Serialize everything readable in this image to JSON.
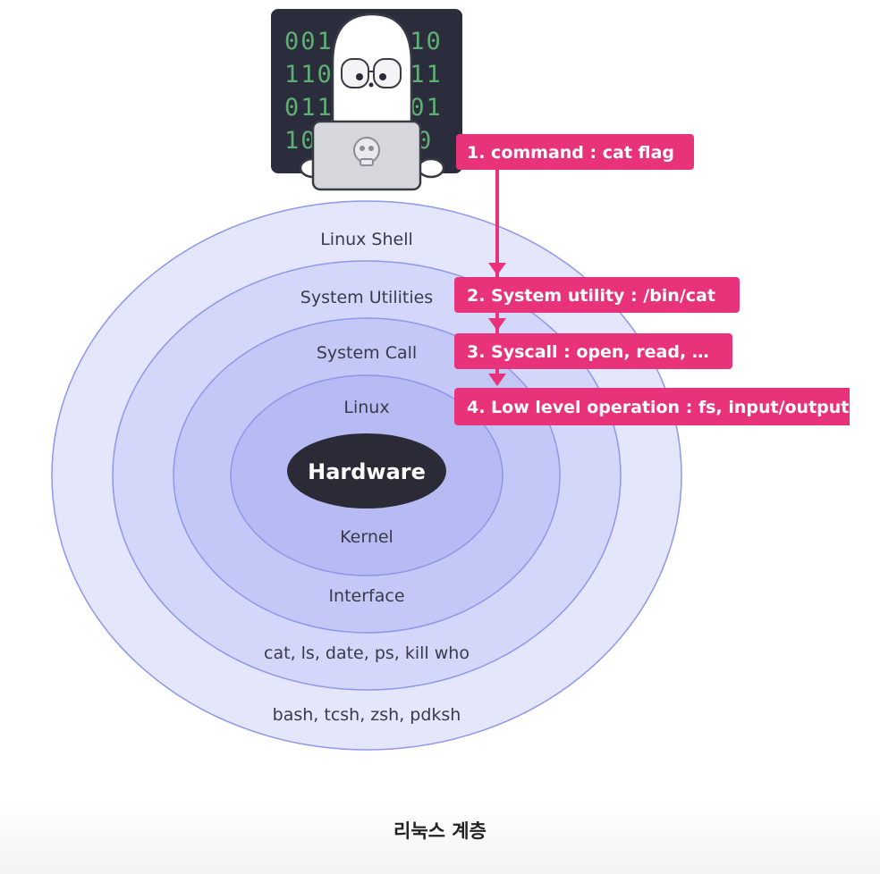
{
  "diagram": {
    "binary_lines": [
      "001",
      "110",
      "110",
      "011",
      "011",
      "101",
      "10",
      "0"
    ],
    "layers": {
      "shell": "Linux Shell",
      "utilities": "System Utilities",
      "syscall": "System Call",
      "linux": "Linux",
      "hardware": "Hardware",
      "kernel": "Kernel",
      "interface": "Interface",
      "utility_examples": "cat, ls, date, ps, kill who",
      "shell_examples": "bash, tcsh, zsh, pdksh"
    },
    "steps": [
      "1. command : cat flag",
      "2. System utility : /bin/cat",
      "3. Syscall : open, read, …",
      "4. Low level operation : fs, input/output"
    ],
    "colors": {
      "ring_outer": "#e4e6fb",
      "ring_2": "#d3d7f9",
      "ring_3": "#c3c8f6",
      "ring_4": "#b6bbf3",
      "ring_inner": "#a5abef",
      "ring_stroke": "#8f96ec",
      "hardware_fill": "#2b2b38",
      "step_fill": "#e8337a",
      "terminal_bg": "#2b2d3c"
    }
  },
  "caption": "리눅스 계층"
}
